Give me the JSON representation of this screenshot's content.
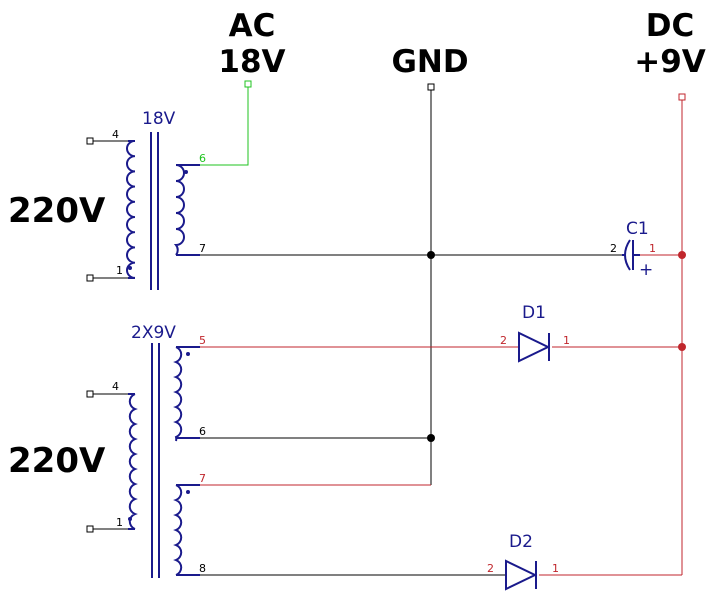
{
  "colors": {
    "black": "#000000",
    "red": "#c0262c",
    "green": "#1fc31f",
    "component": "#1a1a8c"
  },
  "labels": {
    "ac_line1": "AC",
    "ac_line2": "18V",
    "gnd": "GND",
    "dc_line1": "DC",
    "dc_line2": "+9V",
    "primary1_voltage": "220V",
    "primary2_voltage": "220V",
    "t1_ref": "18V",
    "t2_ref": "2X9V",
    "c1_ref": "C1",
    "d1_ref": "D1",
    "d2_ref": "D2",
    "c1_plus": "+"
  },
  "pins": {
    "t1_p4": "4",
    "t1_p1": "1",
    "t1_p6": "6",
    "t1_p7": "7",
    "t2_p4": "4",
    "t2_p1": "1",
    "t2_p5": "5",
    "t2_p6": "6",
    "t2_p7": "7",
    "t2_p8": "8",
    "c1_p2": "2",
    "c1_p1": "1",
    "d1_p2": "2",
    "d1_p1": "1",
    "d2_p2": "2",
    "d2_p1": "1"
  }
}
